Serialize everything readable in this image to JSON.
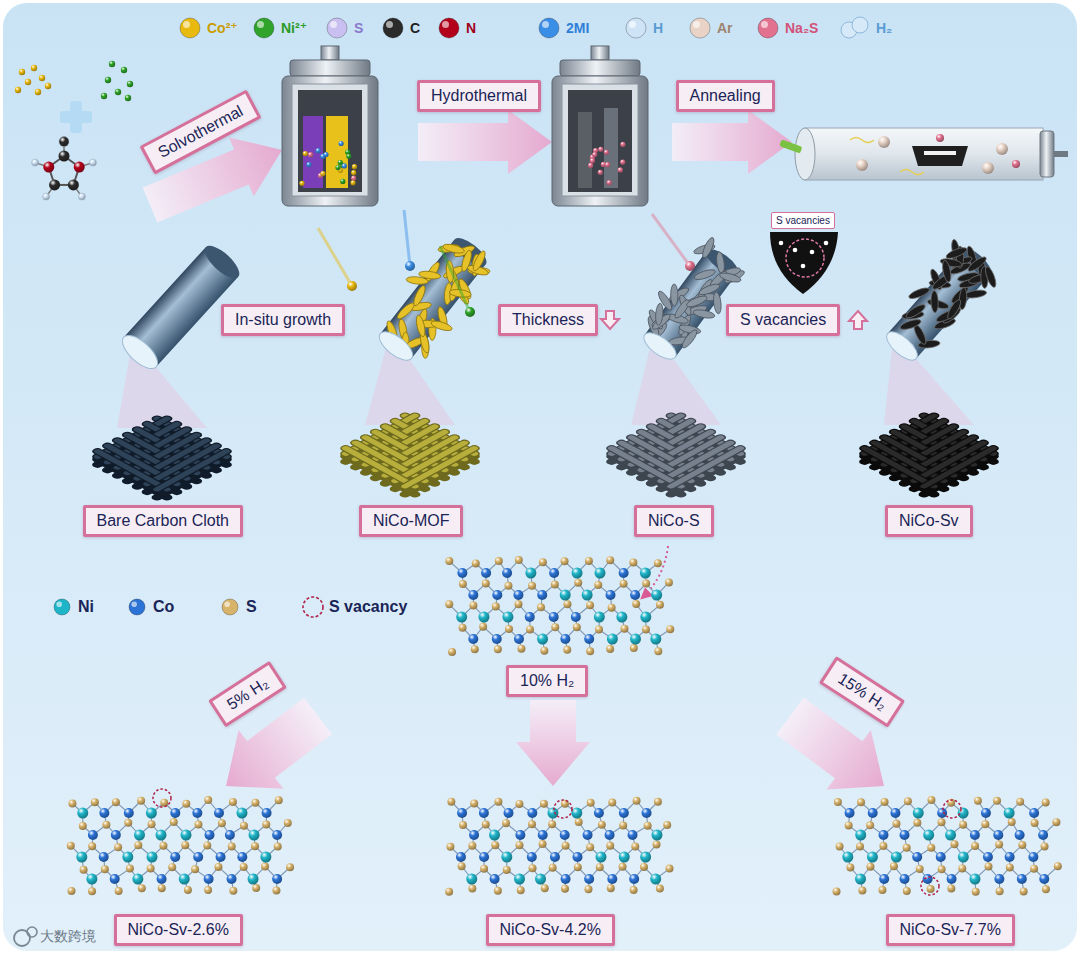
{
  "diagram": {
    "nodes": [
      {
        "text": [
          "Solvothermal"
        ]
      },
      {
        "text": [
          "Hydrothermal"
        ]
      },
      {
        "text": [
          "Annealing"
        ]
      },
      {
        "text": [
          "S vacancies"
        ]
      },
      {
        "text": [
          "In-situ growth"
        ]
      },
      {
        "text": [
          "Thickness"
        ]
      },
      {
        "text": [
          "S vacancies"
        ]
      },
      {
        "text": [
          "Bare Carbon Cloth"
        ]
      },
      {
        "text": [
          "NiCo-MOF"
        ]
      },
      {
        "text": [
          "NiCo-S"
        ]
      },
      {
        "text": [
          "NiCo-Sv"
        ]
      },
      {
        "text": [
          "10% H₂"
        ]
      },
      {
        "text": [
          "5% H₂"
        ]
      },
      {
        "text": [
          "15% H₂"
        ]
      },
      {
        "text": [
          "NiCo-Sv-2.6%"
        ]
      },
      {
        "text": [
          "NiCo-Sv-4.2%"
        ]
      },
      {
        "text": [
          "NiCo-Sv-7.7%"
        ]
      }
    ],
    "labels": [
      "大数跨境"
    ],
    "legend": [
      {
        "text": "Co²⁺",
        "color": "#e8b90e"
      },
      {
        "text": "Ni²⁺",
        "color": "#2fa32a"
      },
      {
        "text": "S",
        "color": "#c9bff0"
      },
      {
        "text": "C",
        "color": "#2b2b2b"
      },
      {
        "text": "N",
        "color": "#b3001b"
      },
      {
        "text": "2MI",
        "color": "#3a8ee6"
      },
      {
        "text": "H",
        "color": "#cfe3f7"
      },
      {
        "text": "Ar",
        "color": "#e8d3c6"
      },
      {
        "text": "Na₂S",
        "color": "#e2718f"
      },
      {
        "text": "H₂",
        "color": "#d6e9f8"
      },
      {
        "text": "Ni",
        "color": "#1fb5c9"
      },
      {
        "text": "Co",
        "color": "#2b73d6"
      },
      {
        "text": "S",
        "color": "#d8b36a"
      },
      {
        "text": "S vacancy"
      }
    ]
  }
}
